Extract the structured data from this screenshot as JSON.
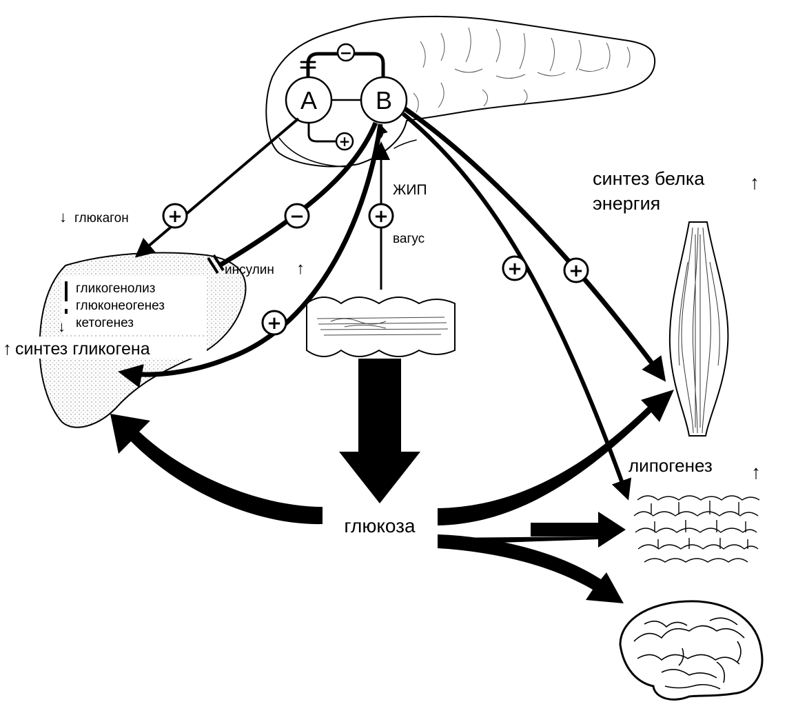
{
  "cells": {
    "alpha": "A",
    "beta": "B"
  },
  "signs": {
    "plus": "+",
    "minus": "−"
  },
  "liver": {
    "glucagon": "глюкагон",
    "processes": [
      "гликогенолиз",
      "глюконеогенез",
      "кетогенез"
    ],
    "glycogen_synthesis": "синтез гликогена"
  },
  "insulin": "инсулин",
  "gip": "ЖИП",
  "vagus": "вагус",
  "glucose": "глюкоза",
  "muscle": {
    "line1": "синтез белка",
    "line2": "энергия"
  },
  "lipogenesis": "липогенез",
  "arrows": {
    "up": "↑",
    "down": "↓"
  }
}
